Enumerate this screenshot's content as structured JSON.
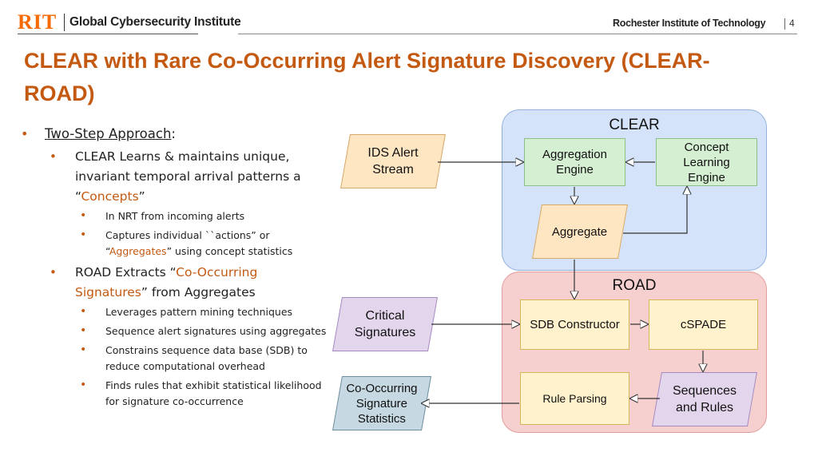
{
  "header": {
    "logo_text": "RIT",
    "institute": "Global Cybersecurity Institute",
    "university": "Rochester Institute of Technology",
    "page_number": "4"
  },
  "title": "CLEAR with Rare Co-Occurring Alert Signature Discovery (CLEAR-ROAD)",
  "bullets": {
    "two_step": "Two-Step Approach",
    "two_step_colon": ":",
    "clear_learns_a": "CLEAR Learns & maintains unique, invariant temporal arrival patterns a “",
    "concepts": "Concepts",
    "clear_learns_b": "”",
    "nrt": "In NRT from incoming alerts",
    "captures_a": "Captures individual ``actions” or “",
    "aggregates": "Aggregates",
    "captures_b": "” using concept statistics",
    "road_a": "ROAD Extracts “",
    "co_occurring": "Co-Occurring Signatures",
    "road_b": "” from Aggregates",
    "leverages": "Leverages pattern mining techniques",
    "sequence": "Sequence alert signatures using aggregates",
    "constrains": "Constrains sequence data base (SDB) to reduce computational overhead",
    "finds": "Finds rules that exhibit statistical likelihood for signature co-occurrence"
  },
  "diagram": {
    "clear_label": "CLEAR",
    "road_label": "ROAD",
    "ids_alert_stream": "IDS Alert Stream",
    "aggregation_engine": "Aggregation Engine",
    "concept_learning_engine": "Concept Learning Engine",
    "aggregate": "Aggregate",
    "critical_signatures": "Critical Signatures",
    "sdb_constructor": "SDB Constructor",
    "cspade": "cSPADE",
    "sequences_and_rules": "Sequences and Rules",
    "rule_parsing": "Rule Parsing",
    "co_occurring_signature_statistics": "Co-Occurring Signature Statistics"
  }
}
